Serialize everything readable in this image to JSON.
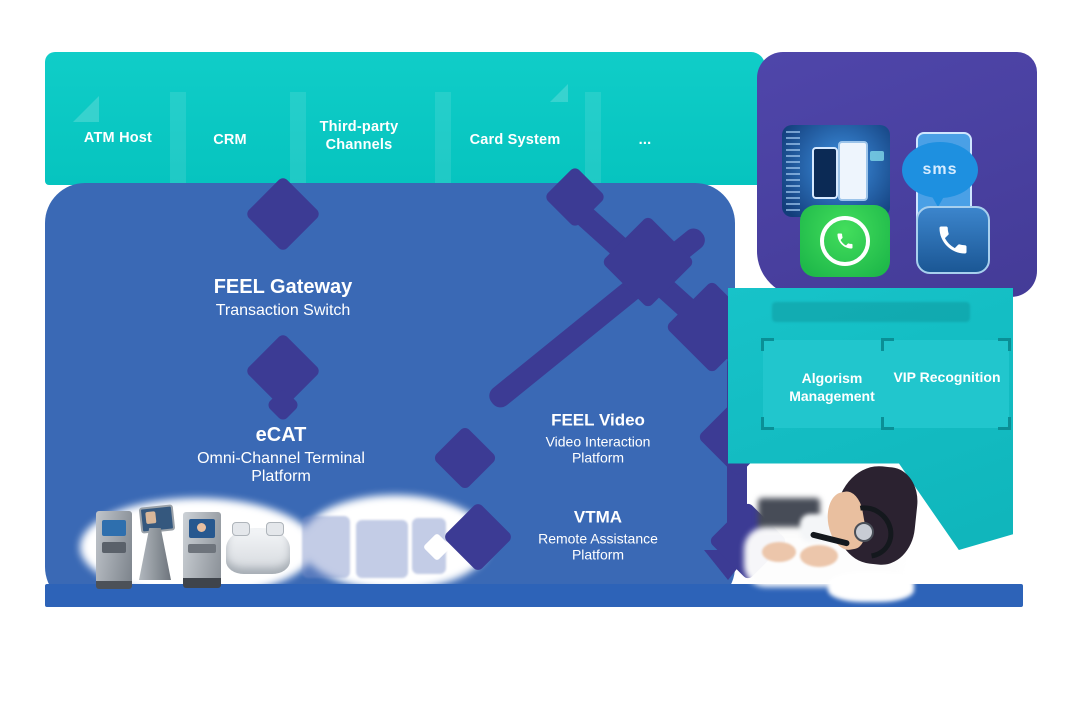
{
  "diagram": {
    "channels": {
      "items": [
        {
          "label": "ATM Host"
        },
        {
          "label": "CRM"
        },
        {
          "label": "Third-party Channels"
        },
        {
          "label": "Card System"
        },
        {
          "label": "..."
        }
      ]
    },
    "gateway": {
      "title": "FEEL Gateway",
      "subtitle": "Transaction Switch"
    },
    "ecat": {
      "title": "eCAT",
      "subtitle": "Omni-Channel Terminal Platform"
    },
    "feel_video": {
      "title": "FEEL Video",
      "subtitle": "Video Interaction Platform"
    },
    "vtma": {
      "title": "VTMA",
      "subtitle": "Remote Assistance Platform"
    },
    "ai_services": {
      "items": [
        {
          "label": "Algorism Management"
        },
        {
          "label": "VIP Recognition"
        }
      ]
    },
    "media_icons": {
      "items": [
        "mobile-banking",
        "sms",
        "whatsapp",
        "phone-call"
      ],
      "sms_label": "sms"
    },
    "colors": {
      "teal": "#0cc8c3",
      "main_blue": "#3a69b5",
      "bottom_band_blue": "#2d63b8",
      "connector_indigo": "#3c3b94",
      "media_panel_purple": "#4a41a0",
      "whatsapp_green": "#2fd048",
      "sms_blue": "#1e90e0",
      "phone_blue": "#2f73b6",
      "text_white": "#ffffff"
    }
  }
}
